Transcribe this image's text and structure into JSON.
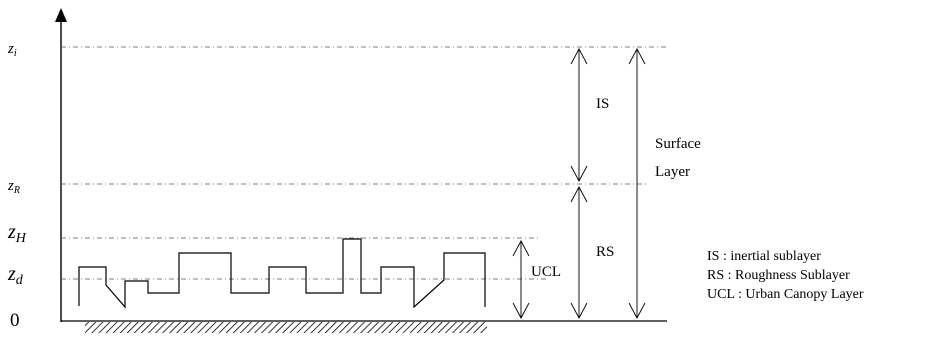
{
  "heights": {
    "zi": {
      "symbol": "z",
      "sub": "i"
    },
    "zR": {
      "symbol": "z",
      "sub": "R"
    },
    "zH": {
      "symbol": "z",
      "sub": "H"
    },
    "zd": {
      "symbol": "z",
      "sub": "d"
    },
    "zero": "0"
  },
  "layers": {
    "is": "IS",
    "rs": "RS",
    "ucl": "UCL",
    "surface_line1": "Surface",
    "surface_line2": "Layer"
  },
  "legend": [
    "IS : inertial sublayer",
    "RS : Roughness Sublayer",
    "UCL : Urban Canopy Layer"
  ]
}
